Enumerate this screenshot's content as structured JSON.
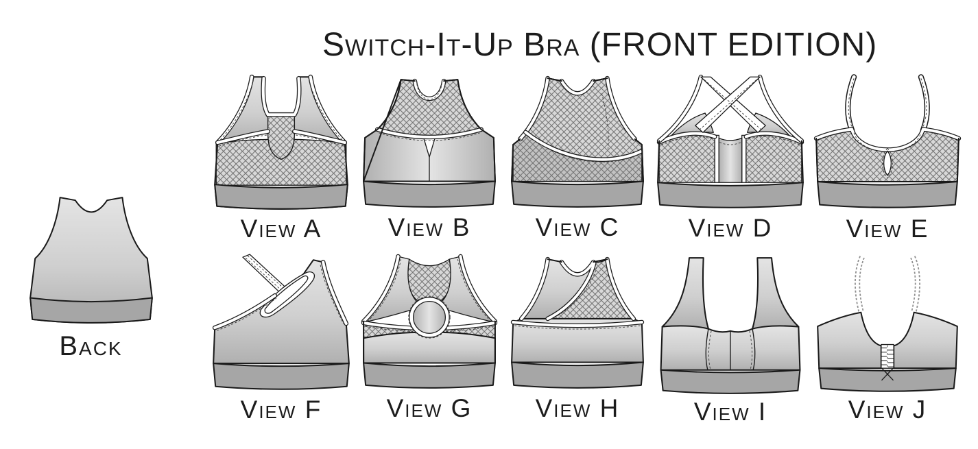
{
  "title": "Switch-It-Up Bra (FRONT EDITION)",
  "back_label": "Back",
  "views": [
    {
      "id": "A",
      "label": "View A"
    },
    {
      "id": "B",
      "label": "View B"
    },
    {
      "id": "C",
      "label": "View C"
    },
    {
      "id": "D",
      "label": "View D"
    },
    {
      "id": "E",
      "label": "View E"
    },
    {
      "id": "F",
      "label": "View F"
    },
    {
      "id": "G",
      "label": "View G"
    },
    {
      "id": "H",
      "label": "View H"
    },
    {
      "id": "I",
      "label": "View I"
    },
    {
      "id": "J",
      "label": "View J"
    }
  ],
  "colors": {
    "background": "#ffffff",
    "ink": "#1c1c1c",
    "outline": "#1a1a1a",
    "band": "#a6a6a6",
    "body_light": "#e4e4e4",
    "body_mid": "#cfcfcf",
    "body_dark": "#b0b0b0",
    "mesh_base": "#d8d8d8",
    "mesh_base_dark": "#c2c2c2",
    "mesh_line": "#6e6e6e",
    "trim": "#ffffff",
    "stitch": "#3a3a3a"
  }
}
